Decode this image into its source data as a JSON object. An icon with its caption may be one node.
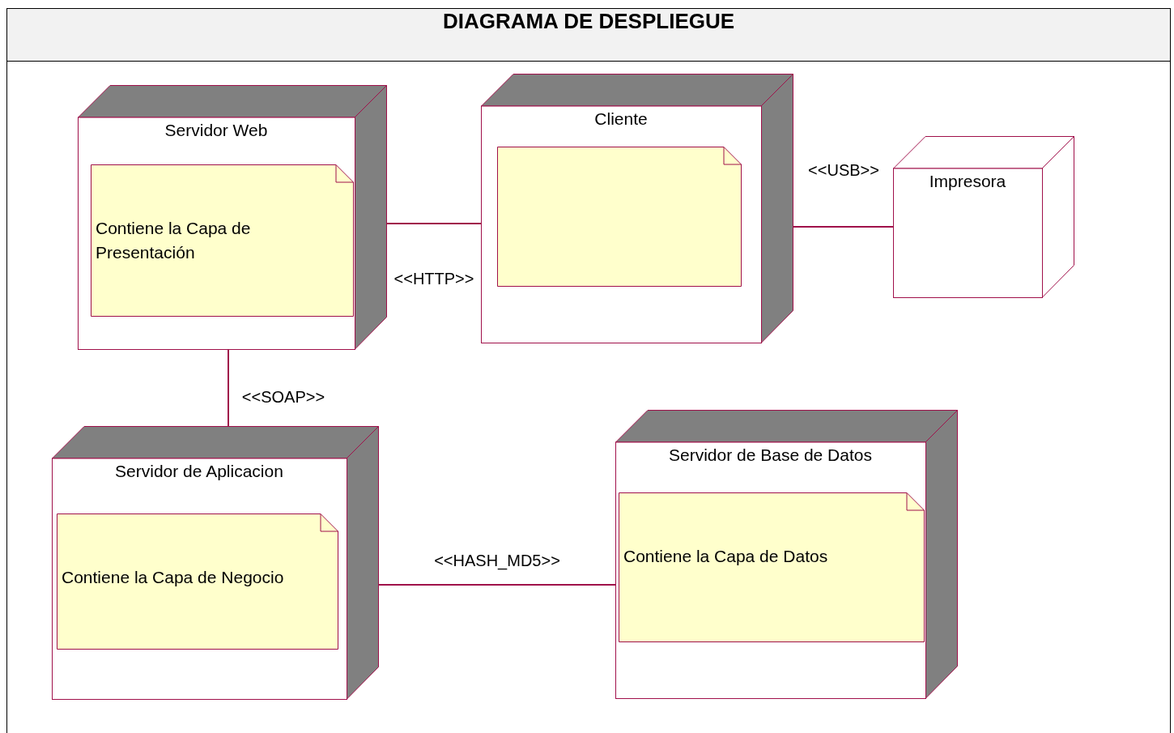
{
  "diagram": {
    "title": "DIAGRAMA DE DESPLIEGUE",
    "nodes": [
      {
        "text": [
          "Servidor Web"
        ]
      },
      {
        "text": [
          "Contiene la Capa de Presentación"
        ],
        "in": 0
      },
      {
        "text": [
          "Cliente"
        ]
      },
      {
        "text": [],
        "shape": "note",
        "in": 2
      },
      {
        "text": [
          "Impresora"
        ]
      },
      {
        "text": [
          "Servidor de Aplicacion"
        ]
      },
      {
        "text": [
          "Contiene la Capa de Negocio"
        ],
        "in": 5
      },
      {
        "text": [
          "Servidor de Base de Datos"
        ]
      },
      {
        "text": [
          "Contiene la Capa de Datos"
        ],
        "in": 7
      }
    ],
    "edges": [
      {
        "from": 0,
        "to": 2,
        "arrow": "none",
        "label": "<<HTTP>>"
      },
      {
        "from": 2,
        "to": 4,
        "arrow": "none",
        "label": "<<USB>>"
      },
      {
        "from": 0,
        "to": 5,
        "arrow": "none",
        "label": "<<SOAP>>"
      },
      {
        "from": 5,
        "to": 7,
        "arrow": "none",
        "label": "<<HASH_MD5>>"
      }
    ]
  }
}
